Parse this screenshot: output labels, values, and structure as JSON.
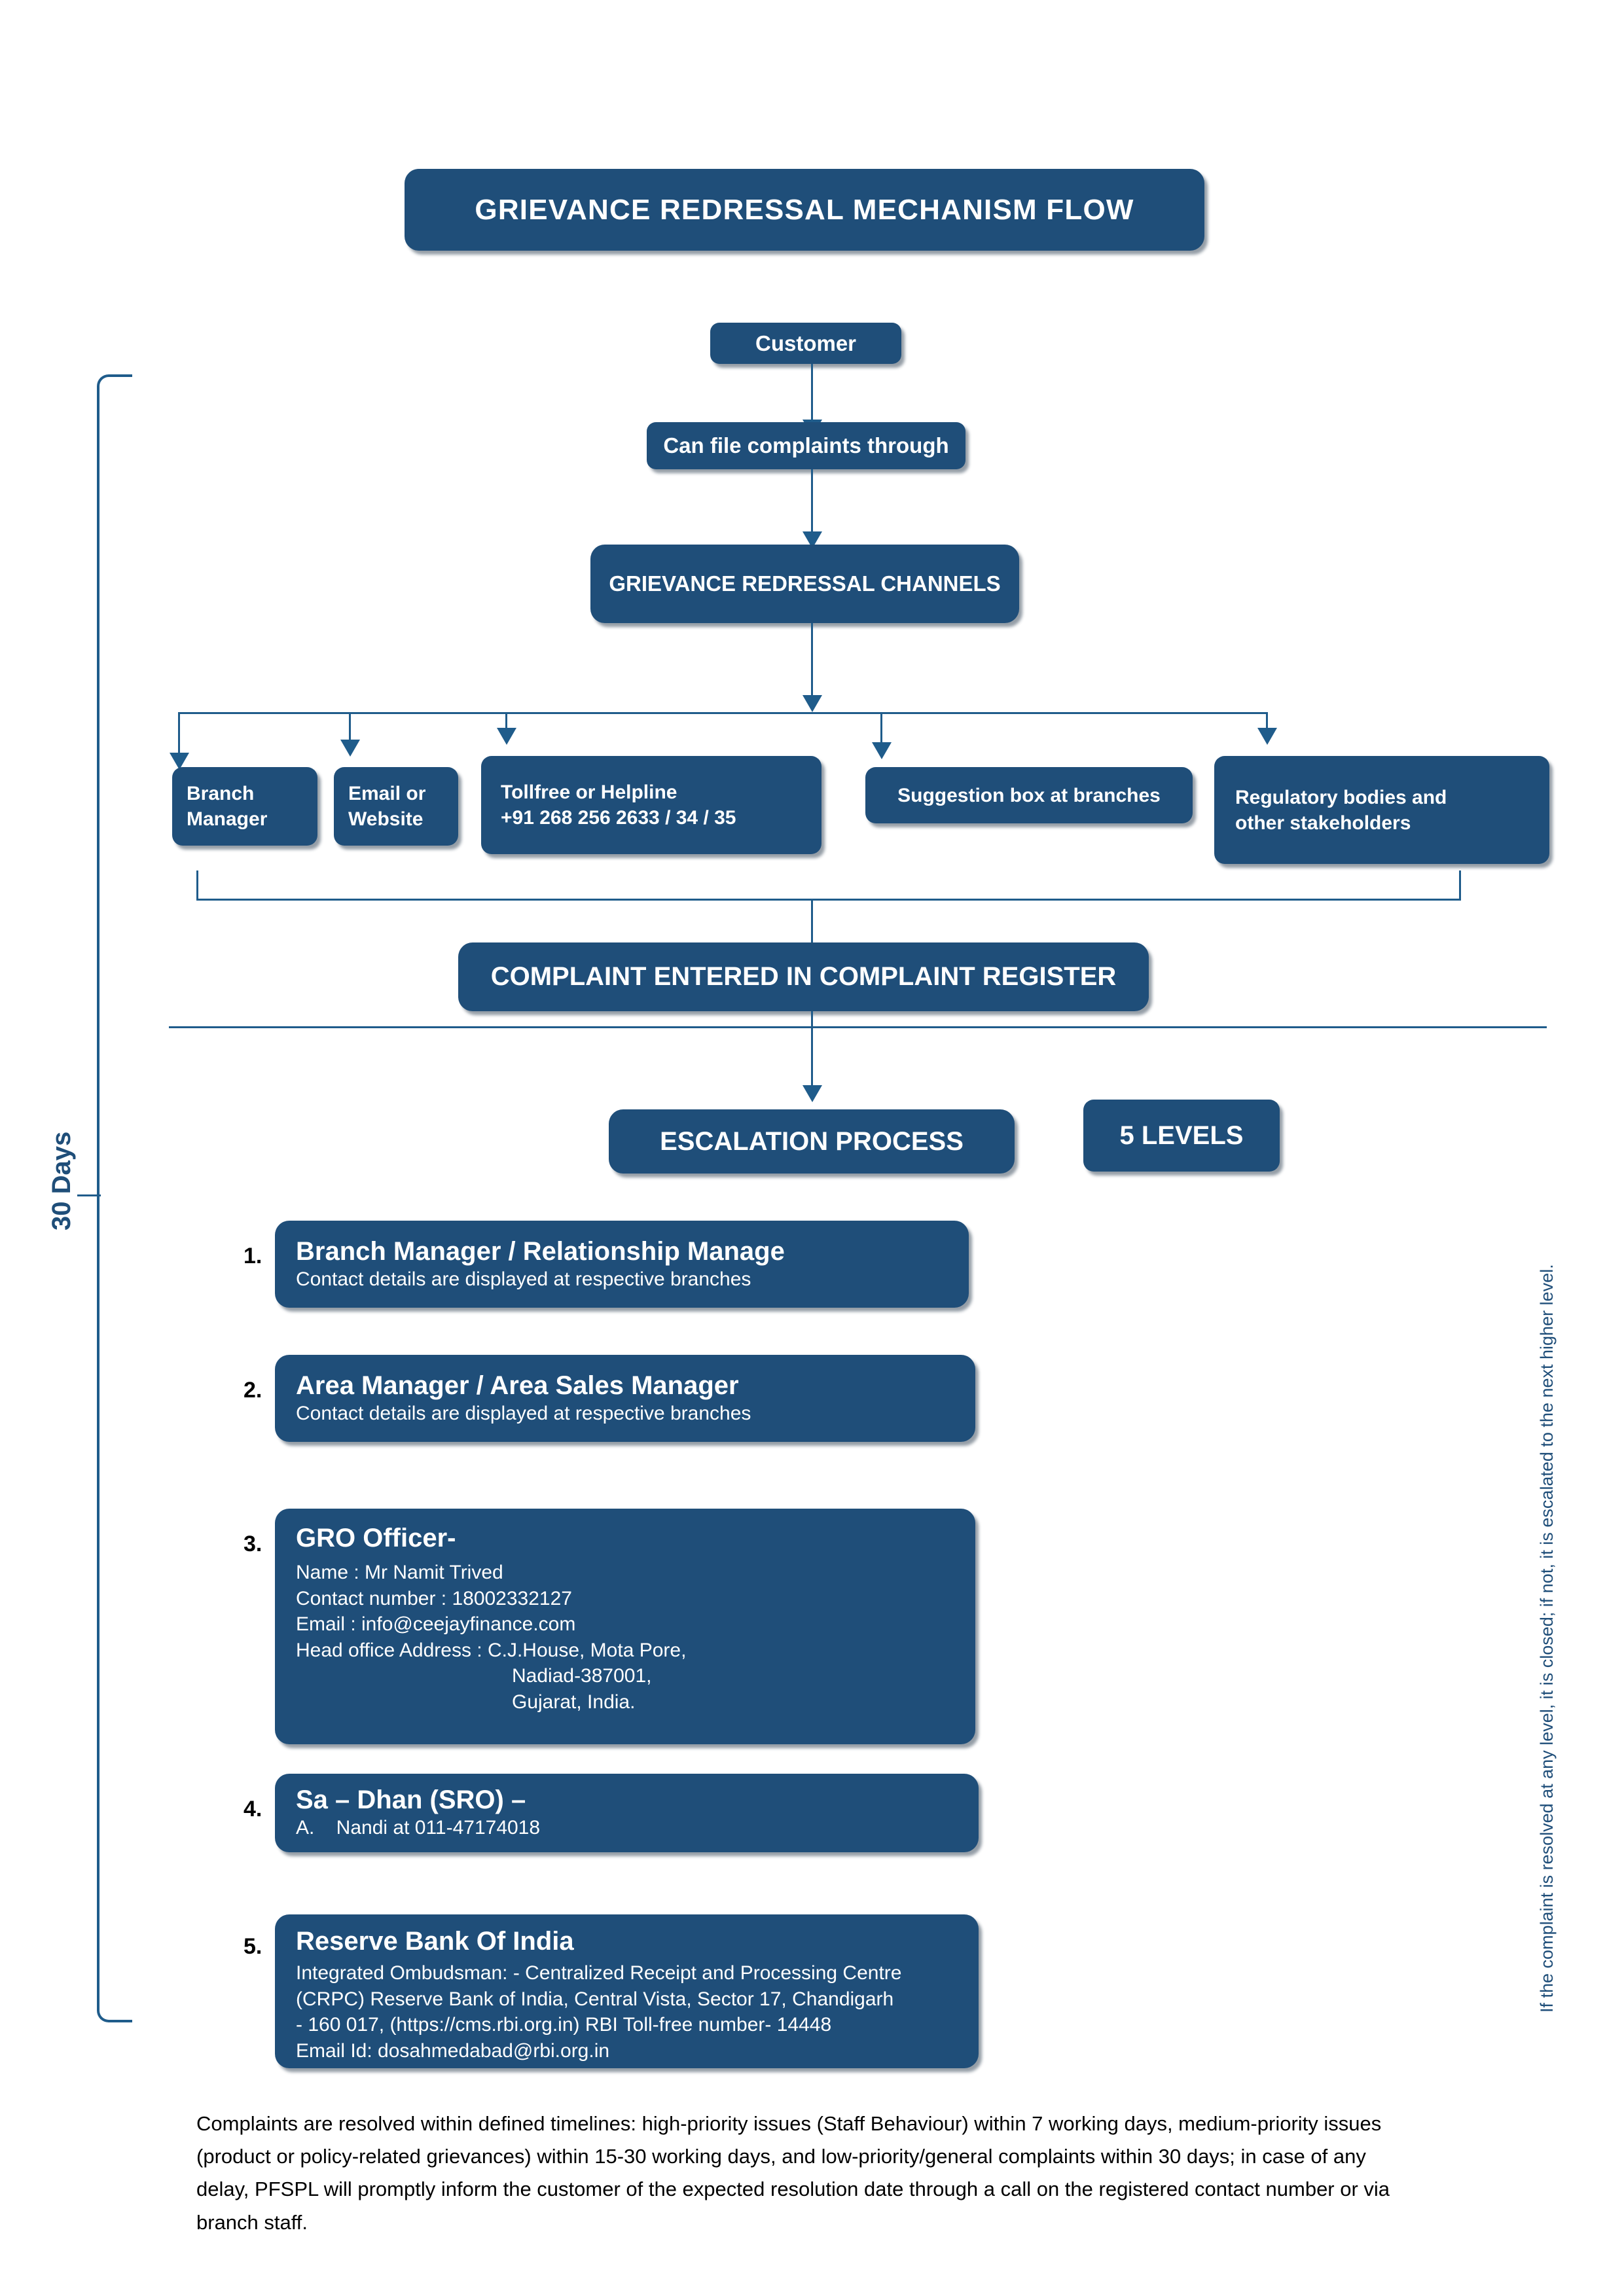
{
  "title": "GRIEVANCE REDRESSAL MECHANISM FLOW",
  "flow": {
    "customer": "Customer",
    "file_through": "Can file complaints through",
    "channels_header": "GRIEVANCE REDRESSAL CHANNELS",
    "complaint_register": "COMPLAINT ENTERED IN COMPLAINT REGISTER",
    "escalation_process": "ESCALATION PROCESS",
    "levels_badge": "5 LEVELS"
  },
  "channels": [
    {
      "line1": "Branch",
      "line2": "Manager"
    },
    {
      "line1": "Email or",
      "line2": "Website"
    },
    {
      "line1": "Tollfree or Helpline",
      "line2": "+91 268 256 2633 / 34 / 35"
    },
    {
      "line1": "Suggestion box at branches",
      "line2": ""
    },
    {
      "line1": "Regulatory bodies and",
      "line2": "other stakeholders"
    }
  ],
  "levels": [
    {
      "number": "1.",
      "title": "Branch Manager / Relationship Manage",
      "lines": [
        "Contact details are displayed at respective branches"
      ]
    },
    {
      "number": "2.",
      "title": "Area Manager / Area Sales Manager",
      "lines": [
        "Contact details are displayed at respective branches"
      ]
    },
    {
      "number": "3.",
      "title": "GRO Officer-",
      "lines": [
        "Name : Mr Namit Trived",
        "Contact number : 18002332127",
        "Email : info@ceejayfinance.com",
        "Head office Address : C.J.House, Mota Pore,"
      ],
      "indented_lines": [
        "Nadiad-387001,",
        "Gujarat, India."
      ]
    },
    {
      "number": "4.",
      "title": "Sa – Dhan (SRO) –",
      "lines": [
        "A.    Nandi at 011-47174018"
      ]
    },
    {
      "number": "5.",
      "title": "Reserve Bank Of India",
      "lines": [
        "Integrated Ombudsman: - Centralized Receipt and Processing Centre",
        "(CRPC) Reserve Bank of India, Central Vista, Sector 17, Chandigarh",
        " - 160 017, (https://cms.rbi.org.in) RBI Toll-free number- 14448",
        " Email Id: dosahmedabad@rbi.org.in"
      ]
    }
  ],
  "annotations": {
    "left_bracket_label": "30 Days",
    "right_note": "If the complaint is resolved at any level, it is closed; if not, it is escalated to the next higher level."
  },
  "footer_note": "Complaints are resolved within defined timelines: high-priority issues (Staff Behaviour) within 7 working days, medium-priority issues (product or policy-related grievances) within 15-30 working days, and low-priority/general complaints within 30 days; in case of any delay, PFSPL will promptly inform the customer of the expected resolution date through a call on the registered contact number or via branch staff.",
  "colors": {
    "box_fill": "#1f4e79",
    "connector": "#1f5c8b",
    "box_text": "#ffffff",
    "body_text": "#000000"
  }
}
